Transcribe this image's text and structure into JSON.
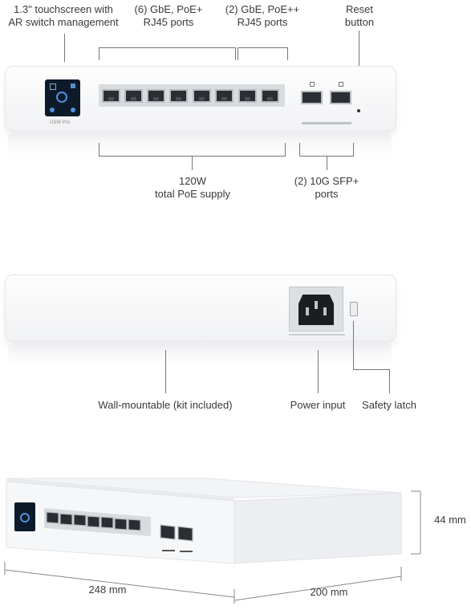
{
  "top_view": {
    "touchscreen_label_1": "1.3\" touchscreen with",
    "touchscreen_label_2": "AR switch management",
    "poe_plus_label_1": "(6) GbE, PoE+",
    "poe_plus_label_2": "RJ45 ports",
    "poe_plusplus_label_1": "(2) GbE, PoE++",
    "poe_plusplus_label_2": "RJ45 ports",
    "reset_label_1": "Reset",
    "reset_label_2": "button",
    "poe_supply_label_1": "120W",
    "poe_supply_label_2": "total PoE supply",
    "sfp_label_1": "(2) 10G SFP+",
    "sfp_label_2": "ports",
    "brand_text": "USW Pro"
  },
  "back_view": {
    "wall_label": "Wall-mountable (kit included)",
    "power_label": "Power input",
    "latch_label": "Safety latch"
  },
  "dimensions": {
    "width": "248 mm",
    "depth": "200 mm",
    "height": "44 mm"
  },
  "colors": {
    "device_body": "#f4f5f7",
    "port_dark": "#2a2d31",
    "screen": "#0d1a2a"
  }
}
